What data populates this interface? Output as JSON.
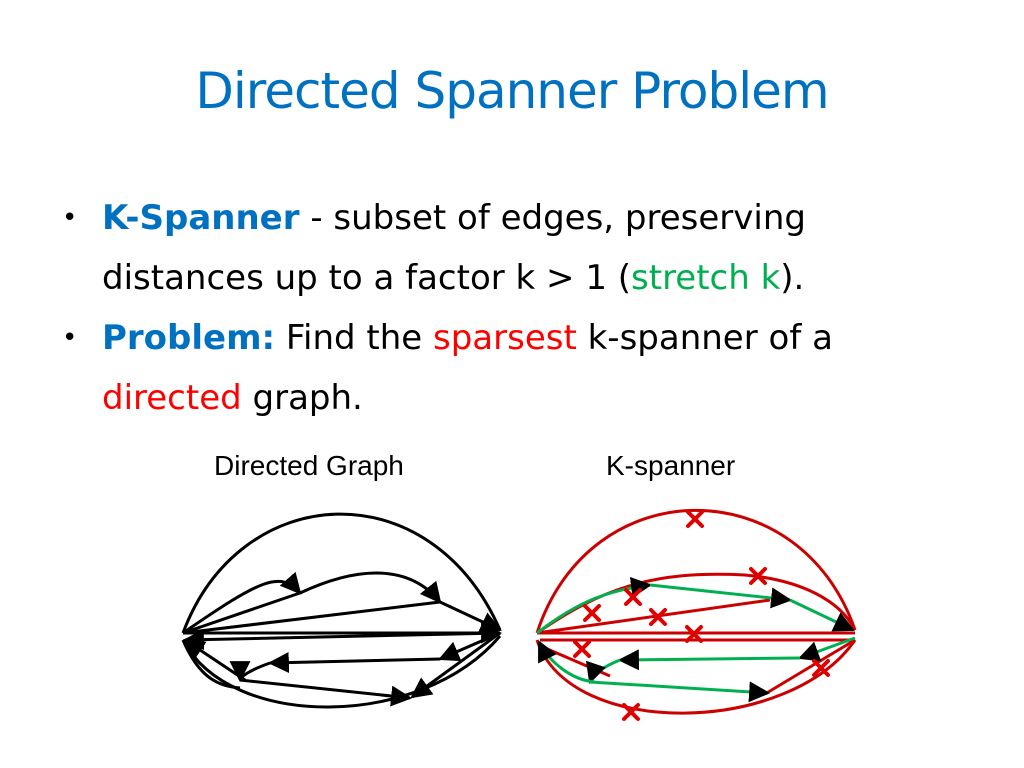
{
  "title": "Directed Spanner Problem",
  "bullets": [
    {
      "term": "K-Spanner",
      "text_before": " - subset of edges, preserving distances up to a factor k > 1 (",
      "highlight": "stretch k",
      "text_after": ")."
    },
    {
      "term": "Problem:",
      "text_before": " Find the ",
      "highlight1": "sparsest",
      "text_middle": " k-spanner of a ",
      "highlight2": "directed",
      "text_after": " graph."
    }
  ],
  "figure": {
    "left_caption": "Directed Graph",
    "right_caption": "K-spanner"
  },
  "colors": {
    "title": "#0070c0",
    "term": "#0070c0",
    "stretch": "#00b050",
    "emphasis": "#ff0000",
    "kept_edge": "#00b050",
    "removed_edge": "#cc0000"
  }
}
